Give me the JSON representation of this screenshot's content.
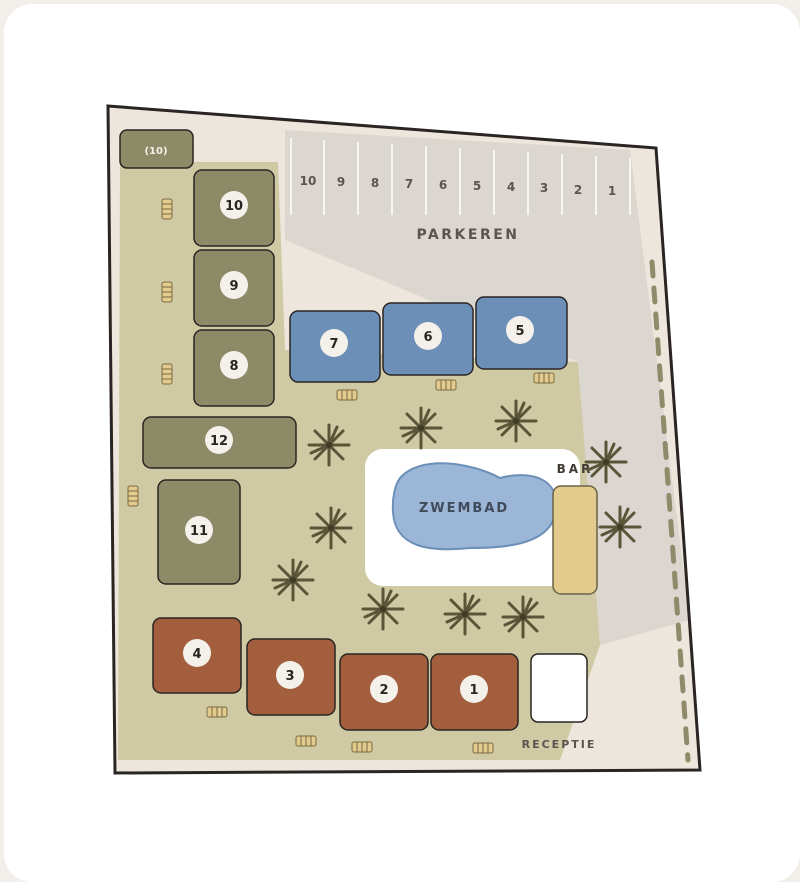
{
  "labels": {
    "parking": "PARKEREN",
    "pool": "ZWEMBAD",
    "bar": "BAR",
    "reception": "RECEPTIE"
  },
  "parking_spots": [
    "10",
    "9",
    "8",
    "7",
    "6",
    "5",
    "4",
    "3",
    "2",
    "1"
  ],
  "units": {
    "u10_small": "(10)",
    "u10": "10",
    "u9": "9",
    "u8": "8",
    "u12": "12",
    "u11": "11",
    "u7": "7",
    "u6": "6",
    "u5": "5",
    "u4": "4",
    "u3": "3",
    "u2": "2",
    "u1": "1"
  },
  "colors": {
    "page": "#f2efea",
    "land": "#ede6dc",
    "parking_area": "#dcd6d1",
    "garden": "#cfcaa4",
    "olive_unit": "#8d8a68",
    "blue_unit": "#6c8fb8",
    "brick_unit": "#a35f3d",
    "pool": "#9bb6d6",
    "bar": "#e2cb8d",
    "outline": "#2a2522",
    "palm": "#5a5538",
    "badge": "#f4f0ea"
  },
  "icons": [
    "palm-tree-icon",
    "sunbed-icon"
  ]
}
